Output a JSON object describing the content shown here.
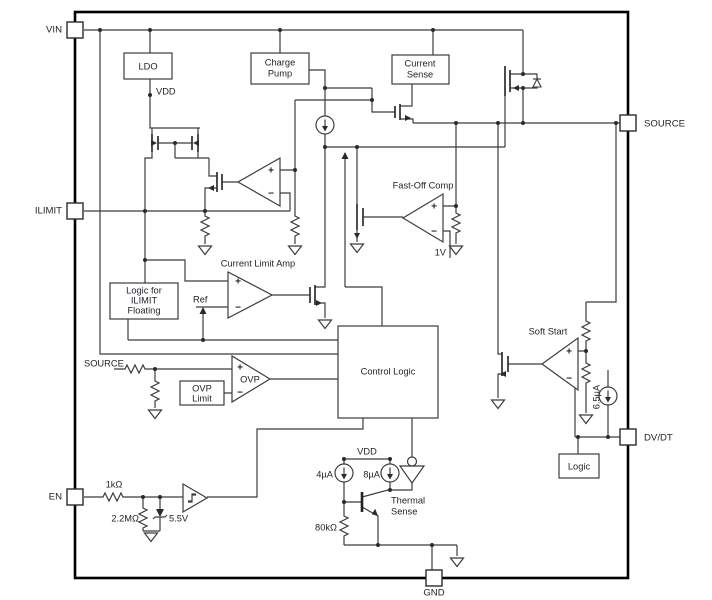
{
  "diagram": {
    "pins": {
      "vin": "VIN",
      "ilimit": "ILIMIT",
      "en": "EN",
      "source": "SOURCE",
      "dvdt": "DV/DT",
      "gnd": "GND"
    },
    "blocks": {
      "ldo": "LDO",
      "charge_pump_line1": "Charge",
      "charge_pump_line2": "Pump",
      "current_sense_line1": "Current",
      "current_sense_line2": "Sense",
      "ilimit_logic_line1": "Logic for",
      "ilimit_logic_line2": "ILIMIT",
      "ilimit_logic_line3": "Floating",
      "ovp_limit_line1": "OVP",
      "ovp_limit_line2": "Limit",
      "control_logic": "Control Logic",
      "dvdt_logic": "Logic"
    },
    "labels": {
      "vdd_top": "VDD",
      "vdd_bottom": "VDD",
      "current_limit_amp": "Current Limit Amp",
      "ref": "Ref",
      "fast_off_comp": "Fast-Off Comp",
      "one_volt": "1V",
      "source_net": "SOURCE",
      "ovp_amp": "OVP",
      "soft_start": "Soft Start",
      "thermal_line1": "Thermal",
      "thermal_line2": "Sense",
      "plus": "+",
      "minus": "−"
    },
    "values": {
      "r_en": "1kΩ",
      "r_pulldown": "2.2MΩ",
      "zener": "5.5V",
      "i_4ua": "4µA",
      "i_8ua": "8µA",
      "i_65ua": "6.5µA",
      "r_80k": "80kΩ"
    },
    "colors": {
      "wire": "#3c3c3c",
      "border": "#000000",
      "text": "#23232b",
      "background": "#ffffff"
    }
  }
}
